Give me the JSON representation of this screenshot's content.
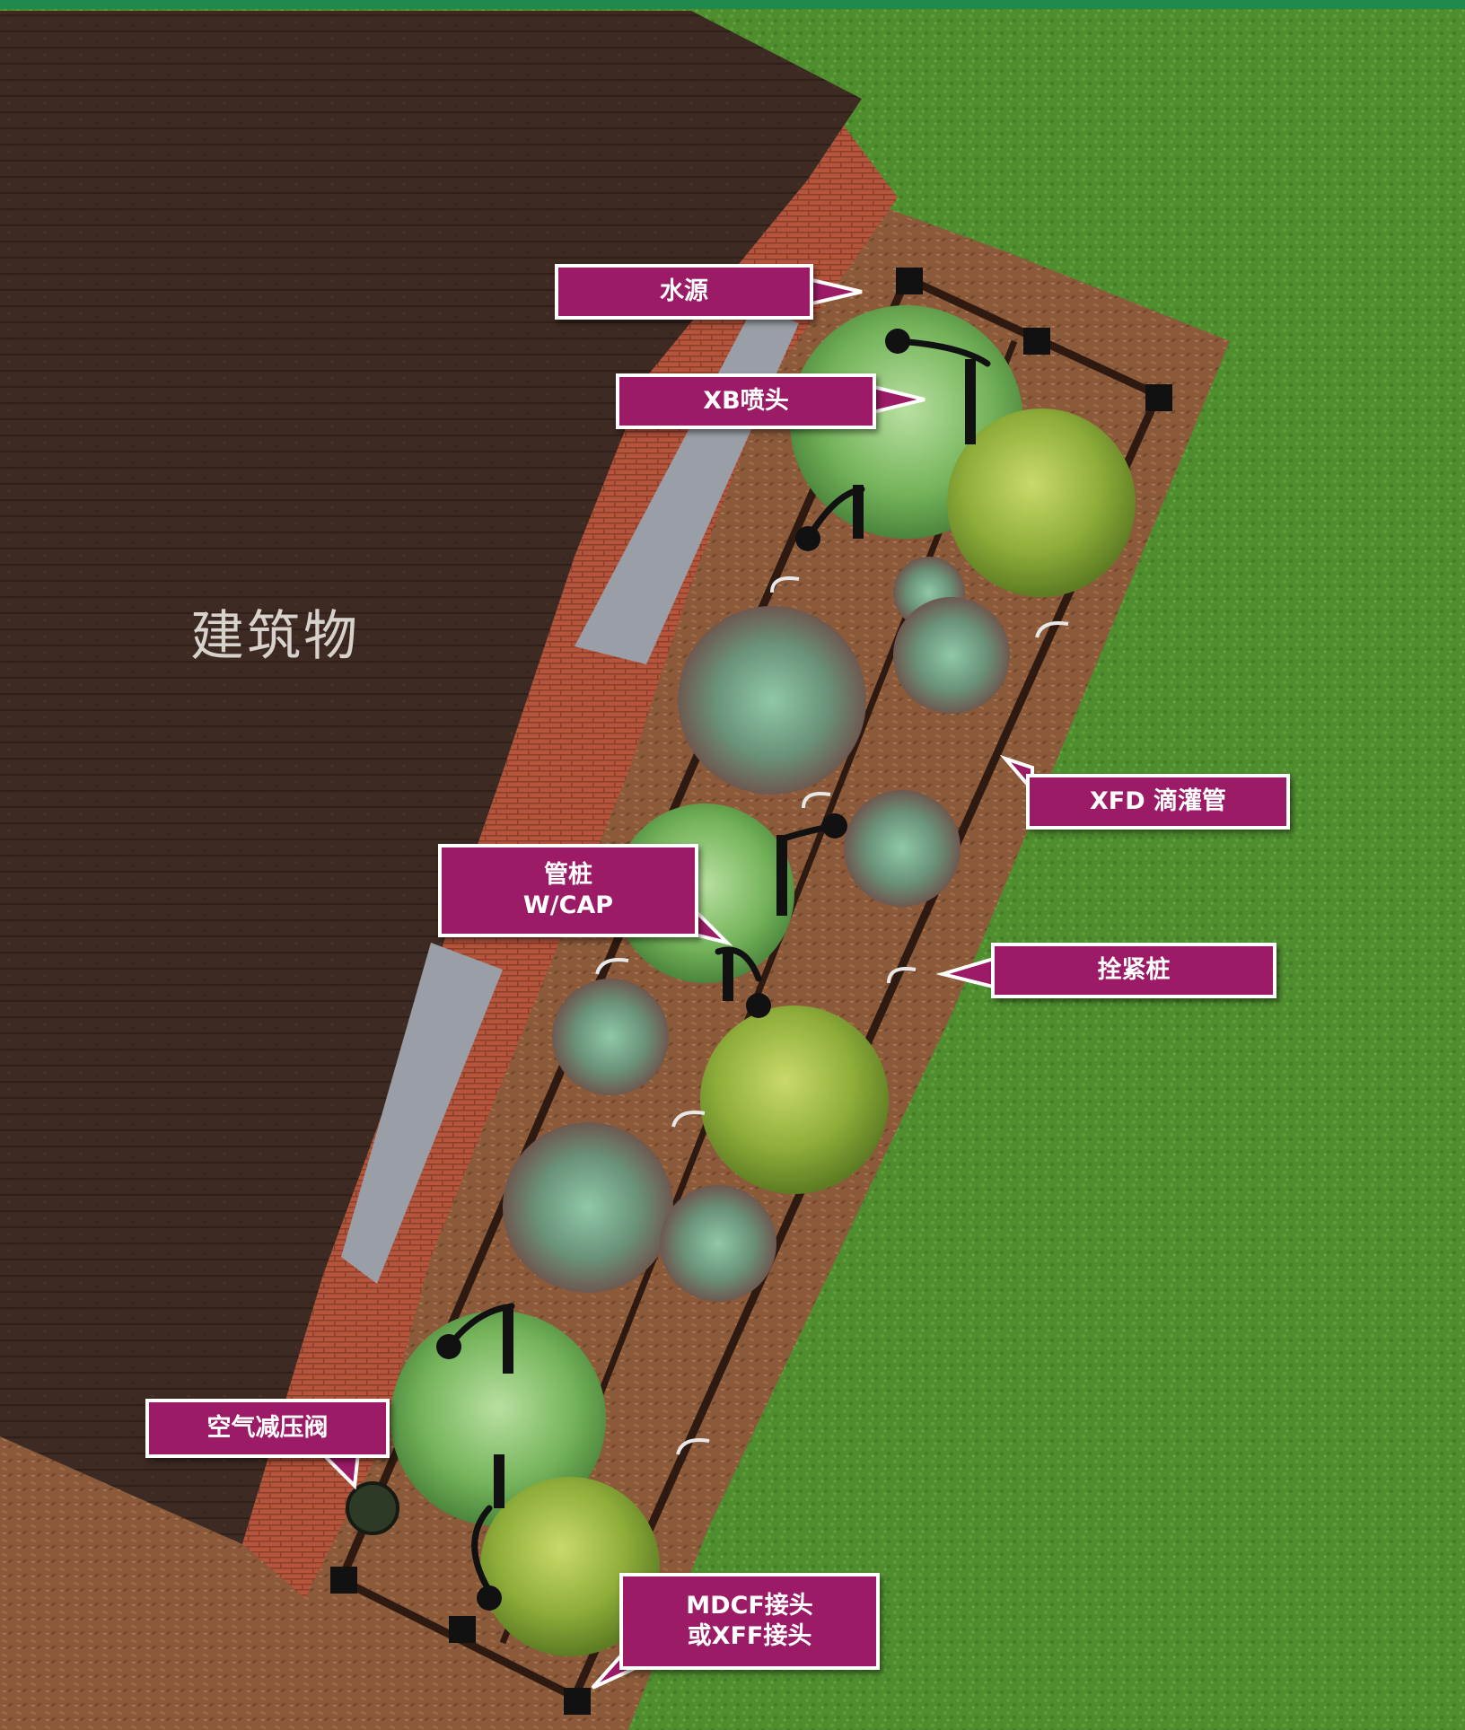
{
  "building": {
    "label": "建筑物"
  },
  "labels": {
    "water_source": "水源",
    "xb_emitter": "XB喷头",
    "xfd_dripline": "XFD 滴灌管",
    "stake_cap_line1": "管桩",
    "stake_cap_line2": "W/CAP",
    "tie_down_stake": "拴紧桩",
    "air_relief_valve": "空气减压阀",
    "fitting_line1": "MDCF接头",
    "fitting_line2": "或XFF接头"
  },
  "colors": {
    "top_bar": "#1f8a4c",
    "lawn": "#4f8e2f",
    "roof": "#3d2a22",
    "brick": "#b5553c",
    "mulch": "#8a5a3a",
    "callout": "#9c1b66",
    "dripline": "#2e1a10"
  }
}
